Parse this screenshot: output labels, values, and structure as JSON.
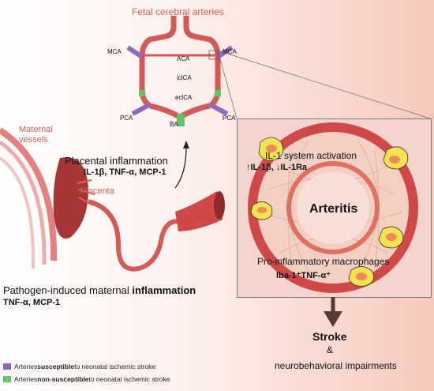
{
  "colors": {
    "artery": "#d45a5a",
    "artery_dark": "#b8403f",
    "susceptible": "#8e6bbd",
    "non_susceptible": "#66c266",
    "macrophage_yellow": "#f2e34f",
    "macrophage_core": "#f08a5a",
    "text_red": "#d0605b"
  },
  "fetal": {
    "title": "Fetal cerebral arteries",
    "labels": {
      "mca_left": "MCA",
      "mca_right": "MCA",
      "aca": "ACA",
      "iclca": "iclCA",
      "eclca": "eclCA",
      "pca_left": "PCA",
      "pca_right": "PCA",
      "ba": "BA"
    }
  },
  "maternal": {
    "vessels_label": "Maternal\nvessels",
    "placental_title": "Placental inflammation",
    "placental_markers": "IL-1β, TNF-α, MCP-1",
    "placenta_label": "Placenta",
    "pathogen_prefix": "Pathogen-induced maternal ",
    "pathogen_bold": "inflammation",
    "pathogen_markers": "TNF-α, MCP-1"
  },
  "zoom": {
    "il1_title": "IL-1 system activation",
    "il1_markers": "↑IL-1β, ↓IL-1Ra",
    "arteritis": "Arteritis",
    "macrophage_title": "Pro-inflammatory macrophages",
    "macrophage_markers": "Iba-1⁺TNF-α⁺"
  },
  "outcome": {
    "stroke": "Stroke",
    "amp": "&",
    "impairments": "neurobehavioral impairments"
  },
  "legend": {
    "susceptible_prefix": "Arteries ",
    "susceptible_bold": "susceptible",
    "susceptible_suffix": " to neonatal ischemic stroke",
    "non_prefix": "Arteries ",
    "non_bold": "non-susceptible",
    "non_suffix": " to neonatal ischemic stroke"
  }
}
